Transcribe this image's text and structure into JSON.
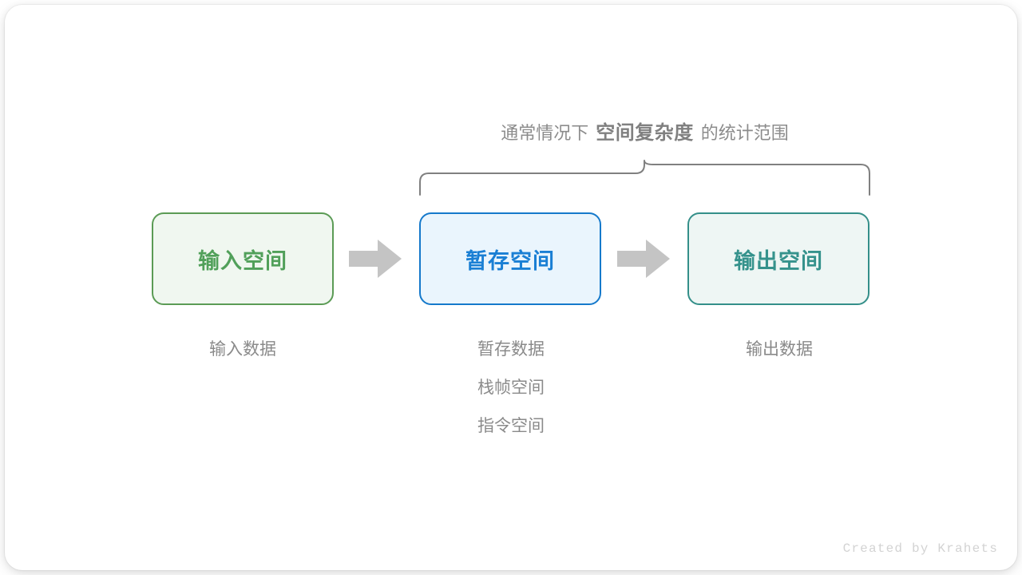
{
  "diagram": {
    "caption": {
      "prefix": "通常情况下",
      "emphasis": "空间复杂度",
      "suffix": "的统计范围",
      "emphasis_color": "#808080",
      "text_color": "#8c8c8c"
    },
    "brace": {
      "name": "curly-brace",
      "color": "#808080",
      "spans": [
        "暂存空间",
        "输出空间"
      ]
    },
    "boxes": [
      {
        "id": "input-space",
        "label": "输入空间",
        "fill": "#f0f7f0",
        "border": "#5b9b55",
        "text_color": "#51a05a"
      },
      {
        "id": "buffer-space",
        "label": "暂存空间",
        "fill": "#eaf5fd",
        "border": "#1579cb",
        "text_color": "#1a7fd4"
      },
      {
        "id": "output-space",
        "label": "输出空间",
        "fill": "#eef6f4",
        "border": "#348f89",
        "text_color": "#35928c"
      }
    ],
    "arrows": [
      {
        "id": "arrow-input-to-buffer",
        "color": "#c4c4c4"
      },
      {
        "id": "arrow-buffer-to-output",
        "color": "#c4c4c4"
      }
    ],
    "columns": [
      {
        "id": "input-details",
        "items": [
          "输入数据"
        ]
      },
      {
        "id": "buffer-details",
        "items": [
          "暂存数据",
          "栈帧空间",
          "指令空间"
        ]
      },
      {
        "id": "output-details",
        "items": [
          "输出数据"
        ]
      }
    ],
    "credit": "Created by Krahets"
  }
}
